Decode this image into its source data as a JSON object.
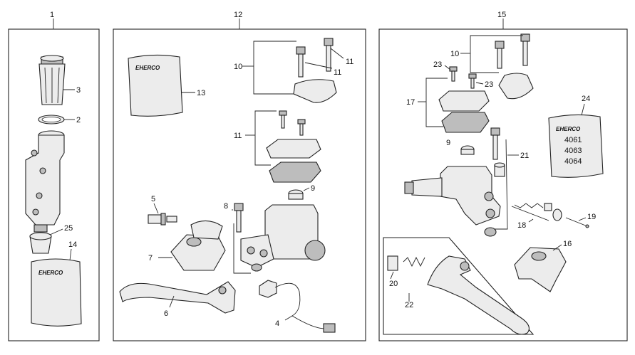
{
  "groups": [
    {
      "id": "1",
      "label": "1"
    },
    {
      "id": "12",
      "label": "12"
    },
    {
      "id": "15",
      "label": "15"
    }
  ],
  "callouts": {
    "c3": "3",
    "c2": "2",
    "c25": "25",
    "c14": "14",
    "c13": "13",
    "c10a": "10",
    "c11a": "11",
    "c11b": "11",
    "c11c": "11",
    "c9a": "9",
    "c5": "5",
    "c8": "8",
    "c7": "7",
    "c6": "6",
    "c4": "4",
    "c10b": "10",
    "c23a": "23",
    "c23b": "23",
    "c17": "17",
    "c24": "24",
    "c9b": "9",
    "c21": "21",
    "c18": "18",
    "c19": "19",
    "c16": "16",
    "c20": "20",
    "c22": "22"
  },
  "brand_logo": "EHERCO",
  "kit_codes": [
    "4061",
    "4063",
    "4064"
  ]
}
